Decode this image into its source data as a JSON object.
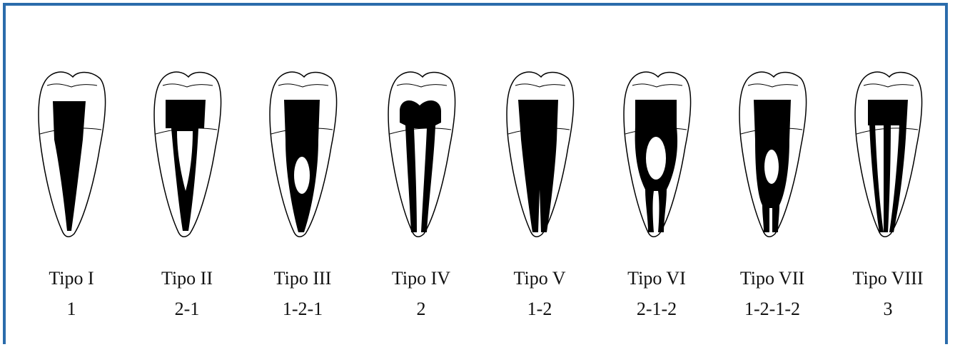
{
  "frame_color": "#2b6cab",
  "ink_color": "#000000",
  "types": [
    {
      "name": "Tipo I",
      "code": "1"
    },
    {
      "name": "Tipo II",
      "code": "2-1"
    },
    {
      "name": "Tipo III",
      "code": "1-2-1"
    },
    {
      "name": "Tipo IV",
      "code": "2"
    },
    {
      "name": "Tipo V",
      "code": "1-2"
    },
    {
      "name": "Tipo VI",
      "code": "2-1-2"
    },
    {
      "name": "Tipo VII",
      "code": "1-2-1-2"
    },
    {
      "name": "Tipo VIII",
      "code": "3"
    }
  ]
}
